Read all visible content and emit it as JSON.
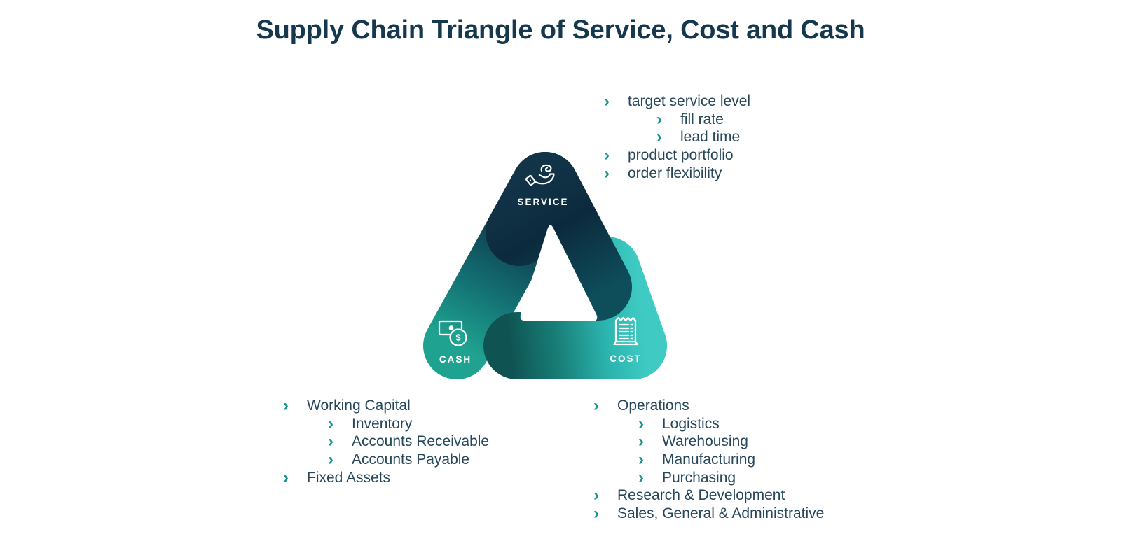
{
  "title": "Supply Chain Triangle of Service, Cost and Cash",
  "colors": {
    "title_text": "#16384e",
    "body_text": "#25465b",
    "chevron": "#14948c",
    "navy_dark": "#0d2a3d",
    "teal_green": "#1fa390",
    "turquoise": "#3fcbc4",
    "icon_white": "#ffffff"
  },
  "icons": {
    "chevron_char": "›",
    "service_icon": "hand-offering",
    "cash_icon": "banknote-with-dollar-coin",
    "cost_icon": "receipt"
  },
  "triangle": {
    "service_label": "SERVICE",
    "cash_label": "CASH",
    "cost_label": "COST",
    "cash_coin_symbol": "$"
  },
  "lists": {
    "service": {
      "items": [
        {
          "label": "target service level",
          "level": 1
        },
        {
          "label": "fill rate",
          "level": 2
        },
        {
          "label": "lead time",
          "level": 2
        },
        {
          "label": "product portfolio",
          "level": 1
        },
        {
          "label": "order flexibility",
          "level": 1
        }
      ]
    },
    "cash": {
      "items": [
        {
          "label": "Working Capital",
          "level": 1
        },
        {
          "label": "Inventory",
          "level": 2
        },
        {
          "label": "Accounts Receivable",
          "level": 2
        },
        {
          "label": "Accounts Payable",
          "level": 2
        },
        {
          "label": "Fixed Assets",
          "level": 1
        }
      ]
    },
    "cost": {
      "items": [
        {
          "label": "Operations",
          "level": 1
        },
        {
          "label": "Logistics",
          "level": 2
        },
        {
          "label": "Warehousing",
          "level": 2
        },
        {
          "label": "Manufacturing",
          "level": 2
        },
        {
          "label": "Purchasing",
          "level": 2
        },
        {
          "label": "Research & Development",
          "level": 1
        },
        {
          "label": "Sales, General & Administrative",
          "level": 1
        }
      ]
    }
  }
}
